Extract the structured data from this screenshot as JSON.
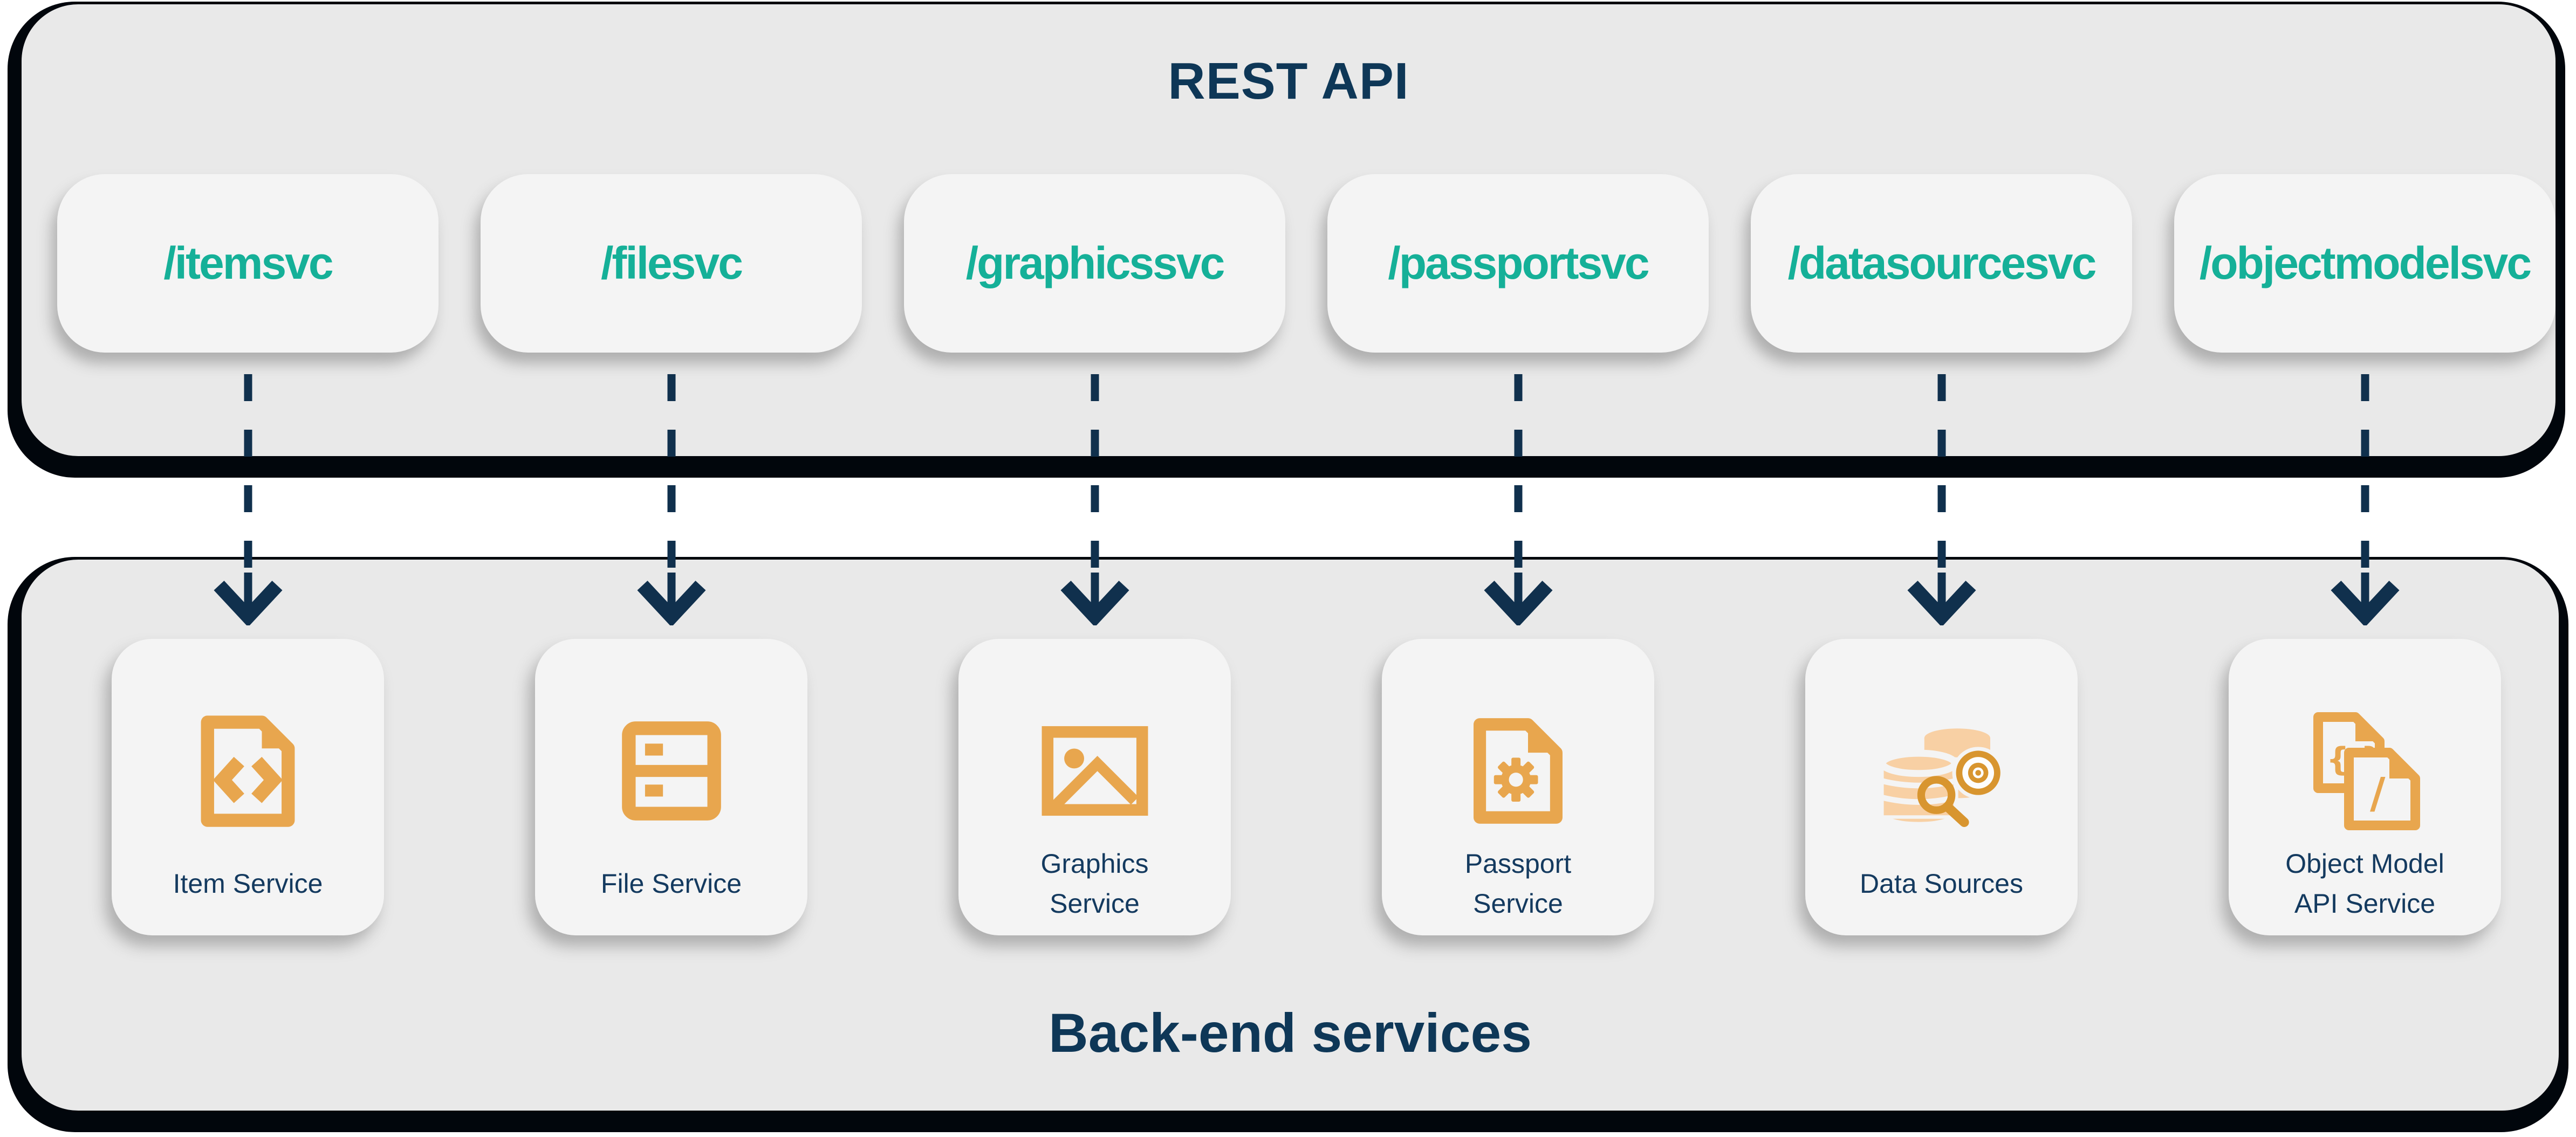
{
  "colors": {
    "teal_accent": "#15B098",
    "orange_icon": "#E8A64E",
    "peach_icon": "#F8D0A4",
    "orange_dark_icon": "#D8952F",
    "navy_text": "#0E3757",
    "panel_gray": "#E9E9E9",
    "card_gray": "#F4F4F4",
    "panel_shadow_black": "#01060C"
  },
  "rest_api": {
    "title": "REST API",
    "endpoints": [
      {
        "label": "/itemsvc"
      },
      {
        "label": "/filesvc"
      },
      {
        "label": "/graphicssvc"
      },
      {
        "label": "/passportsvc"
      },
      {
        "label": "/datasourcesvc"
      },
      {
        "label": "/objectmodelsvc"
      }
    ]
  },
  "backend": {
    "title": "Back-end services",
    "services": [
      {
        "name": "Item Service",
        "lines": [
          "Item Service"
        ],
        "icon": "document-code-icon"
      },
      {
        "name": "File Service",
        "lines": [
          "File Service"
        ],
        "icon": "file-server-icon"
      },
      {
        "name": "Graphics Service",
        "lines": [
          "Graphics",
          "Service"
        ],
        "icon": "image-icon"
      },
      {
        "name": "Passport Service",
        "lines": [
          "Passport",
          "Service"
        ],
        "icon": "document-gear-icon"
      },
      {
        "name": "Data Sources",
        "lines": [
          "Data Sources"
        ],
        "icon": "database-search-target-icon"
      },
      {
        "name": "Object Model API Service",
        "lines": [
          "Object Model",
          "API Service"
        ],
        "icon": "documents-code-slash-icon"
      }
    ]
  }
}
